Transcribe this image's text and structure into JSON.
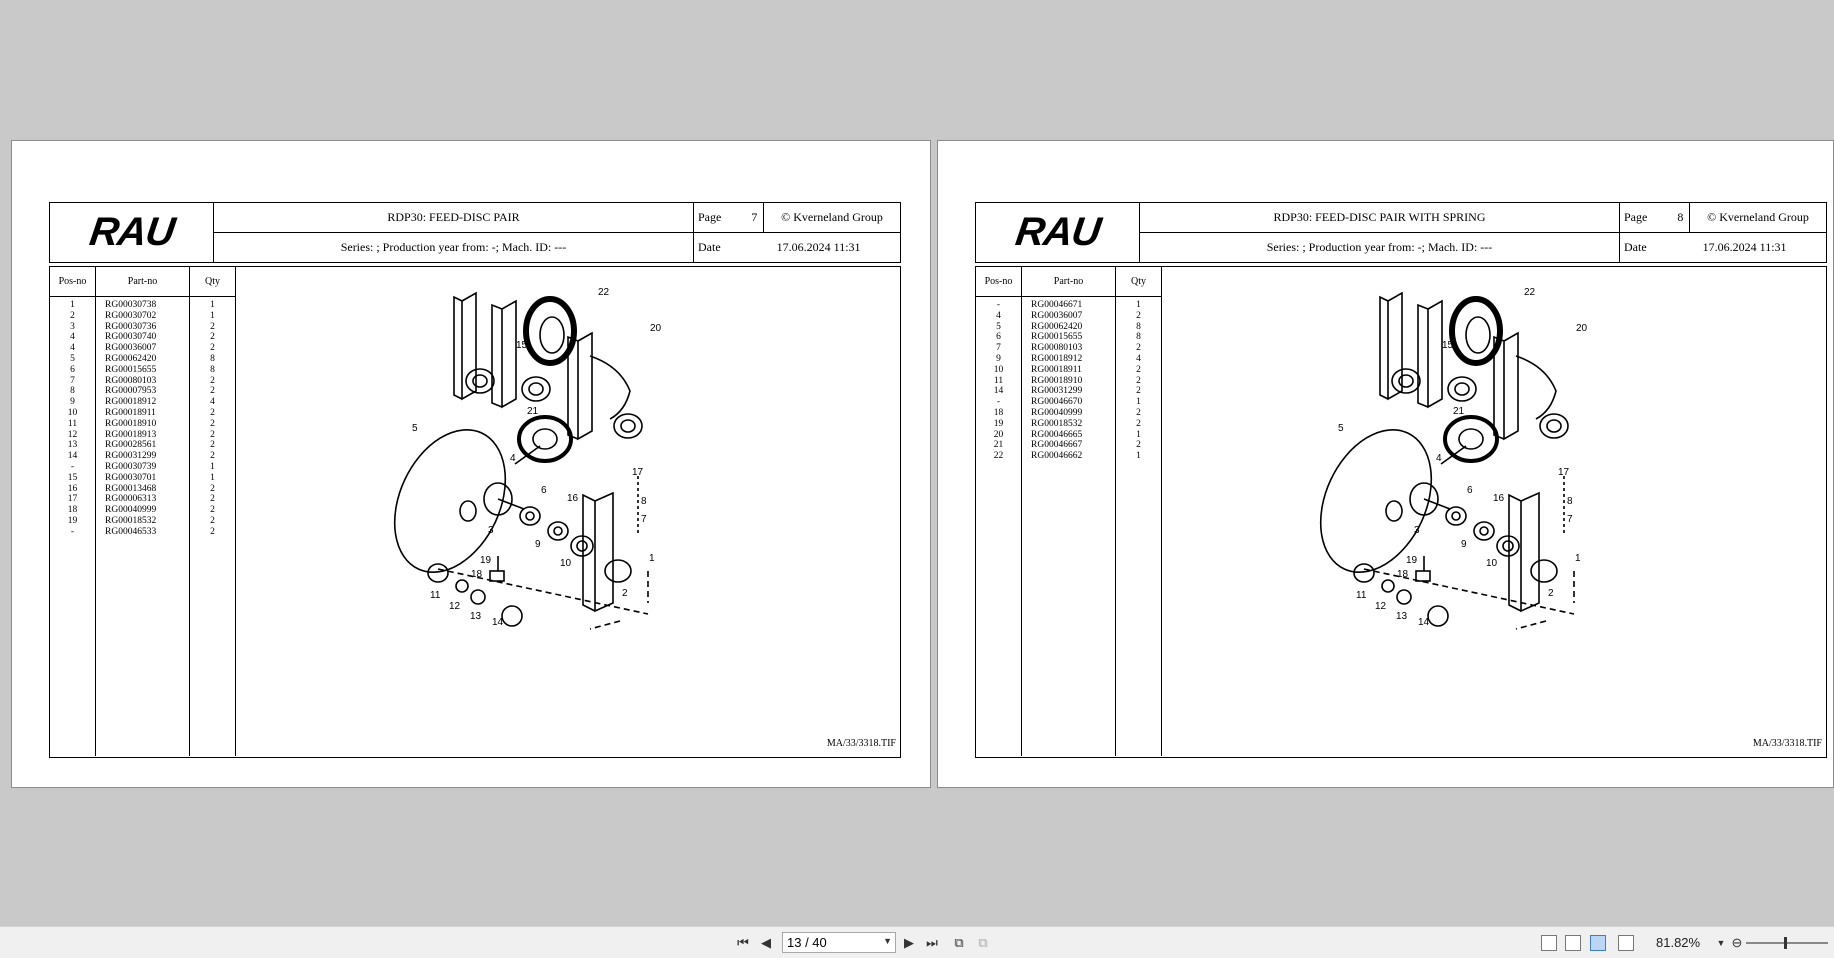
{
  "pages": [
    {
      "logo": "RAU",
      "title": "RDP30: FEED-DISC PAIR",
      "series": "Series: ; Production year from: -; Mach. ID: ---",
      "page_label": "Page",
      "page_number": "7",
      "date_label": "Date",
      "date_value": "17.06.2024  11:31",
      "copyright": "© Kverneland Group",
      "col_pos": "Pos-no",
      "col_part": "Part-no",
      "col_qty": "Qty",
      "pos": [
        "1",
        "2",
        "3",
        "4",
        "4",
        "5",
        "6",
        "7",
        "8",
        "9",
        "10",
        "11",
        "12",
        "13",
        "14",
        "-",
        "15",
        "16",
        "17",
        "18",
        "19",
        "-"
      ],
      "parts": [
        "RG00030738",
        "RG00030702",
        "RG00030736",
        "RG00030740",
        "RG00036007",
        "RG00062420",
        "RG00015655",
        "RG00080103",
        "RG00007953",
        "RG00018912",
        "RG00018911",
        "RG00018910",
        "RG00018913",
        "RG00028561",
        "RG00031299",
        "RG00030739",
        "RG00030701",
        "RG00013468",
        "RG00006313",
        "RG00040999",
        "RG00018532",
        "RG00046533"
      ],
      "qty": [
        "1",
        "1",
        "2",
        "2",
        "2",
        "8",
        "8",
        "2",
        "2",
        "4",
        "2",
        "2",
        "2",
        "2",
        "2",
        "1",
        "1",
        "2",
        "2",
        "2",
        "2",
        "2"
      ],
      "fileref": "MA/33/3318.TIF"
    },
    {
      "logo": "RAU",
      "title": "RDP30: FEED-DISC PAIR WITH SPRING",
      "series": "Series: ; Production year from: -; Mach. ID: ---",
      "page_label": "Page",
      "page_number": "8",
      "date_label": "Date",
      "date_value": "17.06.2024  11:31",
      "copyright": "© Kverneland Group",
      "col_pos": "Pos-no",
      "col_part": "Part-no",
      "col_qty": "Qty",
      "pos": [
        "-",
        "4",
        "5",
        "6",
        "7",
        "9",
        "10",
        "11",
        "14",
        "-",
        "18",
        "19",
        "20",
        "21",
        "22"
      ],
      "parts": [
        "RG00046671",
        "RG00036007",
        "RG00062420",
        "RG00015655",
        "RG00080103",
        "RG00018912",
        "RG00018911",
        "RG00018910",
        "RG00031299",
        "RG00046670",
        "RG00040999",
        "RG00018532",
        "RG00046665",
        "RG00046667",
        "RG00046662"
      ],
      "qty": [
        "1",
        "2",
        "8",
        "8",
        "2",
        "4",
        "2",
        "2",
        "2",
        "1",
        "2",
        "2",
        "1",
        "2",
        "1"
      ],
      "fileref": "MA/33/3318.TIF"
    }
  ],
  "statusbar": {
    "page_indicator": "13 / 40",
    "zoom": "81.82%",
    "icons": [
      "first-page-icon",
      "prev-page-icon",
      "next-page-icon",
      "last-page-icon",
      "view-single-icon",
      "view-continuous-icon",
      "view-facing-icon",
      "view-facing-continuous-icon"
    ]
  },
  "colors": {
    "background": "#c9c9c9",
    "page": "#ffffff",
    "statusbar": "#f0f0f0",
    "active_view": "#bcd7f5"
  }
}
